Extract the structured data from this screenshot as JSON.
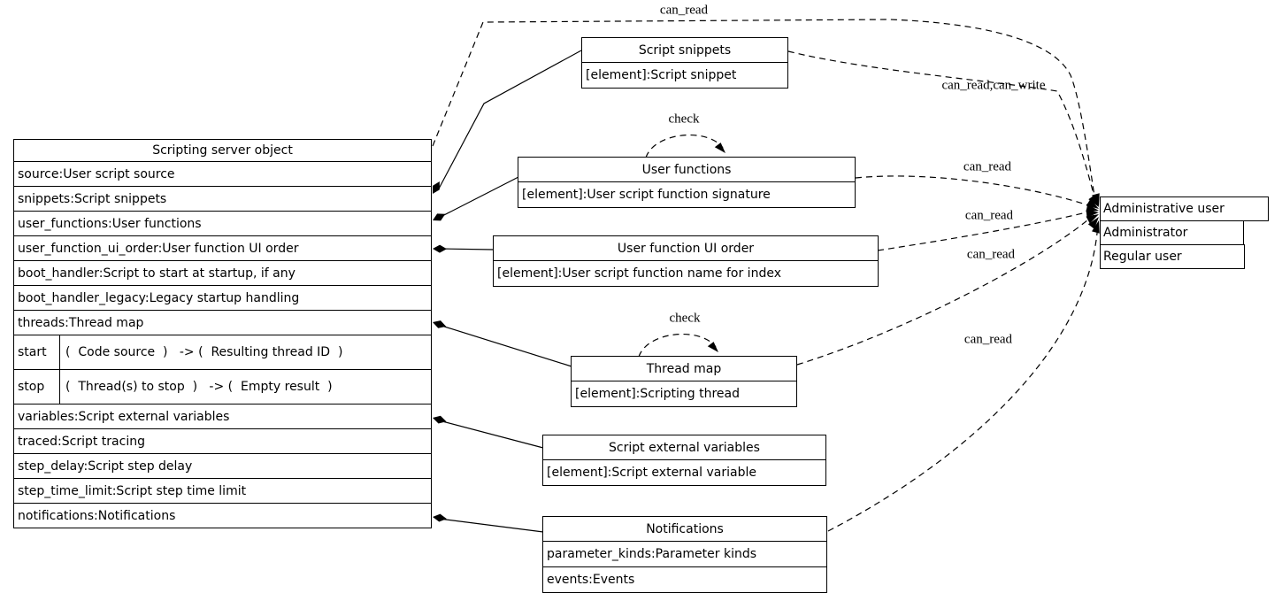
{
  "main_table": {
    "title": "Scripting server object",
    "attrs_top": [
      "source:User script source",
      "snippets:Script snippets",
      "user_functions:User functions",
      "user_function_ui_order:User function UI order",
      "boot_handler:Script to start at startup, if any",
      "boot_handler_legacy:Legacy startup handling",
      "threads:Thread map"
    ],
    "methods": [
      {
        "name": "start",
        "signature": "(  Code source  )   -> (  Resulting thread ID  )"
      },
      {
        "name": "stop",
        "signature": "(  Thread(s) to stop  )   -> (  Empty result  )"
      }
    ],
    "attrs_bottom": [
      "variables:Script external variables",
      "traced:Script tracing",
      "step_delay:Script step delay",
      "step_time_limit:Script step time limit",
      "notifications:Notifications"
    ]
  },
  "nodes": {
    "script_snippets": {
      "title": "Script snippets",
      "rows": [
        "[element]:Script snippet"
      ]
    },
    "user_functions": {
      "title": "User functions",
      "rows": [
        "[element]:User script function signature"
      ]
    },
    "ui_order": {
      "title": "User function UI order",
      "rows": [
        "[element]:User script function name for index"
      ]
    },
    "thread_map": {
      "title": "Thread map",
      "rows": [
        "[element]:Scripting thread"
      ]
    },
    "external_vars": {
      "title": "Script external variables",
      "rows": [
        "[element]:Script external variable"
      ]
    },
    "notifications": {
      "title": "Notifications",
      "rows": [
        "parameter_kinds:Parameter kinds",
        "events:Events"
      ]
    }
  },
  "admin_table": {
    "rows": [
      "Administrative user",
      "Administrator",
      "Regular user"
    ]
  },
  "edge_labels": {
    "top_can_read": "can_read",
    "snippets": "can_read,can_write",
    "user_functions": "can_read",
    "ui_order": "can_read",
    "thread_map": "can_read",
    "notifications": "can_read",
    "check_user_functions": "check",
    "check_thread_map": "check"
  },
  "colors": {
    "line": "#000000",
    "background": "#ffffff"
  }
}
